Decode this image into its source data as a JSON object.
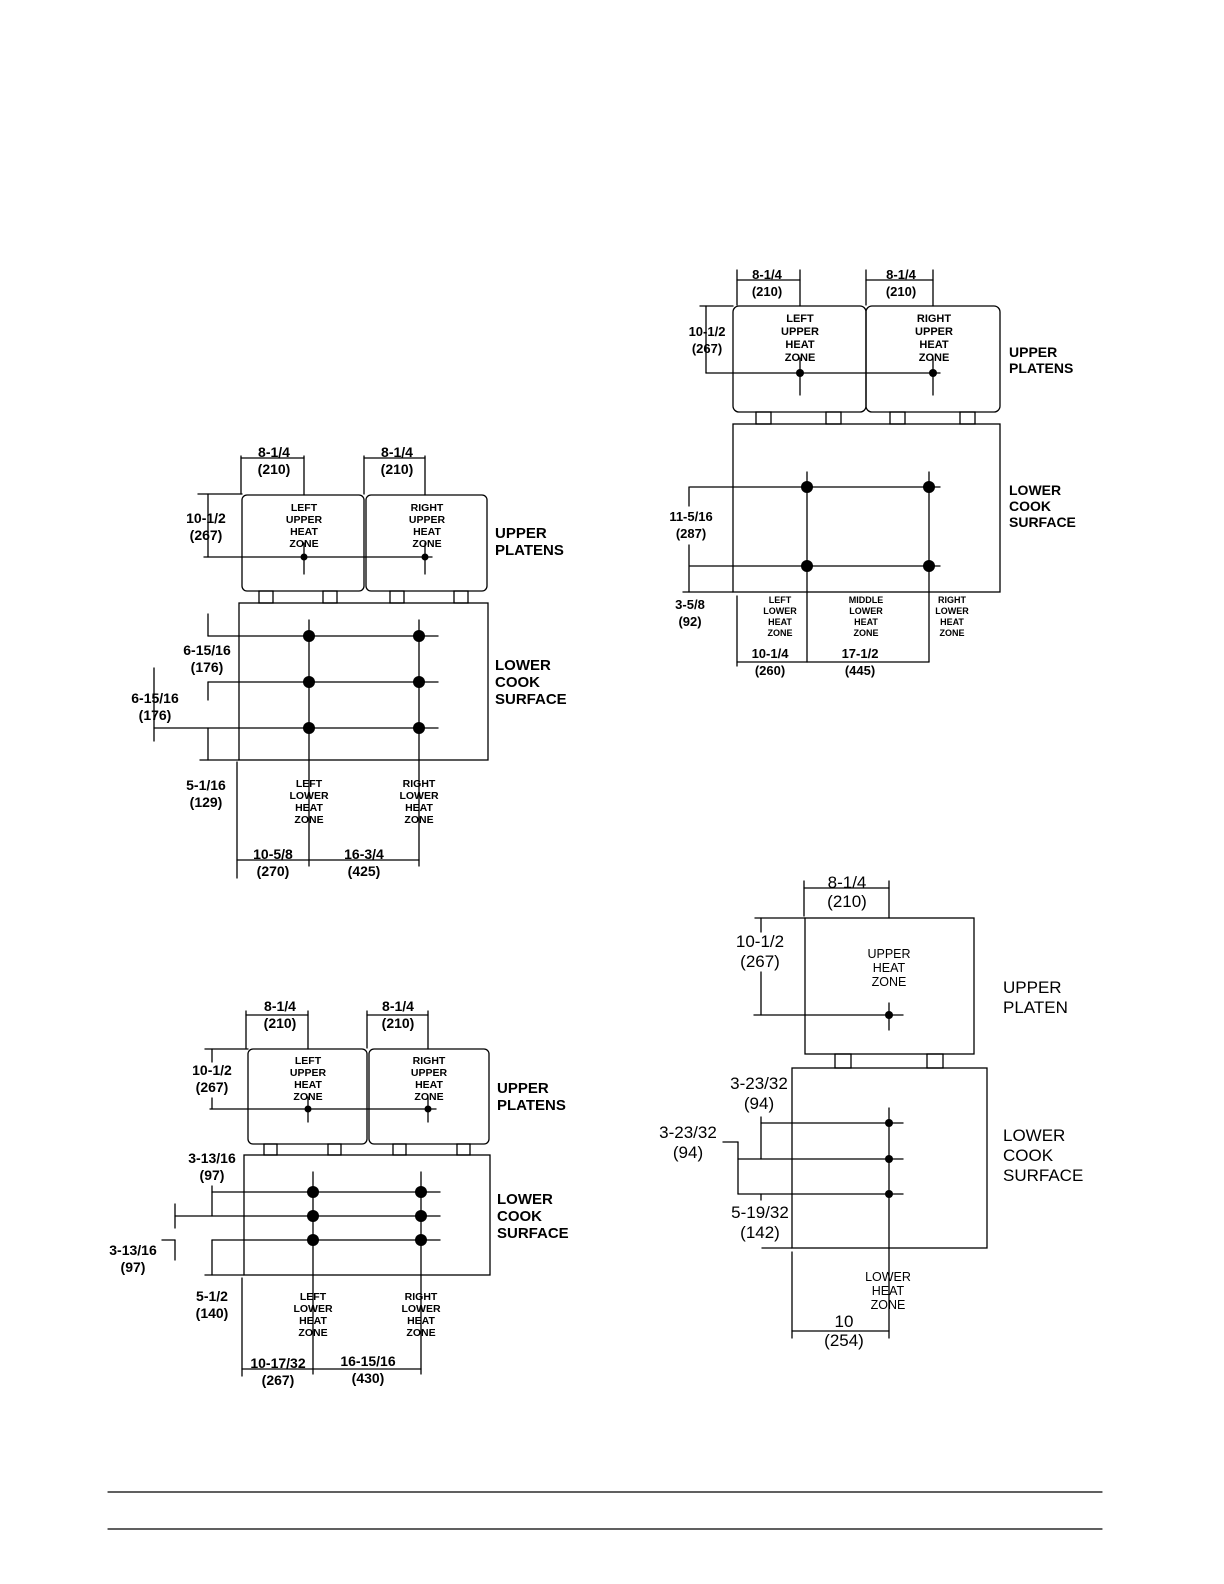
{
  "labels": {
    "upper_platens": [
      "UPPER",
      "PLATENS"
    ],
    "upper_platen": [
      "UPPER",
      "PLATEN"
    ],
    "lower_cook_surface": [
      "LOWER",
      "COOK",
      "SURFACE"
    ],
    "left_upper_heat_zone": [
      "LEFT",
      "UPPER",
      "HEAT",
      "ZONE"
    ],
    "right_upper_heat_zone": [
      "RIGHT",
      "UPPER",
      "HEAT",
      "ZONE"
    ],
    "upper_heat_zone": [
      "UPPER",
      "HEAT",
      "ZONE"
    ],
    "left_lower_heat_zone": [
      "LEFT",
      "LOWER",
      "HEAT",
      "ZONE"
    ],
    "middle_lower_heat_zone": [
      "MIDDLE",
      "LOWER",
      "HEAT",
      "ZONE"
    ],
    "right_lower_heat_zone": [
      "RIGHT",
      "LOWER",
      "HEAT",
      "ZONE"
    ],
    "lower_heat_zone": [
      "LOWER",
      "HEAT",
      "ZONE"
    ]
  },
  "diagram_a": {
    "top_left": [
      "8-1/4",
      "(210)"
    ],
    "top_right": [
      "8-1/4",
      "(210)"
    ],
    "upper_height": [
      "10-1/2",
      "(267)"
    ],
    "spacing_1": [
      "6-15/16",
      "(176)"
    ],
    "spacing_2": [
      "6-15/16",
      "(176)"
    ],
    "bottom_offset": [
      "5-1/16",
      "(129)"
    ],
    "bottom_left": [
      "10-5/8",
      "(270)"
    ],
    "bottom_right": [
      "16-3/4",
      "(425)"
    ]
  },
  "diagram_b": {
    "top_left": [
      "8-1/4",
      "(210)"
    ],
    "top_right": [
      "8-1/4",
      "(210)"
    ],
    "upper_height": [
      "10-1/2",
      "(267)"
    ],
    "spacing_1": [
      "11-5/16",
      "(287)"
    ],
    "bottom_offset": [
      "3-5/8",
      "(92)"
    ],
    "bottom_left": [
      "10-1/4",
      "(260)"
    ],
    "bottom_right": [
      "17-1/2",
      "(445)"
    ]
  },
  "diagram_c": {
    "top_left": [
      "8-1/4",
      "(210)"
    ],
    "top_right": [
      "8-1/4",
      "(210)"
    ],
    "upper_height": [
      "10-1/2",
      "(267)"
    ],
    "spacing_1": [
      "3-13/16",
      "(97)"
    ],
    "spacing_2": [
      "3-13/16",
      "(97)"
    ],
    "bottom_offset": [
      "5-1/2",
      "(140)"
    ],
    "bottom_left": [
      "10-17/32",
      "(267)"
    ],
    "bottom_right": [
      "16-15/16",
      "(430)"
    ]
  },
  "diagram_d": {
    "top": [
      "8-1/4",
      "(210)"
    ],
    "upper_height": [
      "10-1/2",
      "(267)"
    ],
    "spacing_1": [
      "3-23/32",
      "(94)"
    ],
    "spacing_2": [
      "3-23/32",
      "(94)"
    ],
    "bottom_offset": [
      "5-19/32",
      "(142)"
    ],
    "bottom": [
      "10",
      "(254)"
    ]
  }
}
